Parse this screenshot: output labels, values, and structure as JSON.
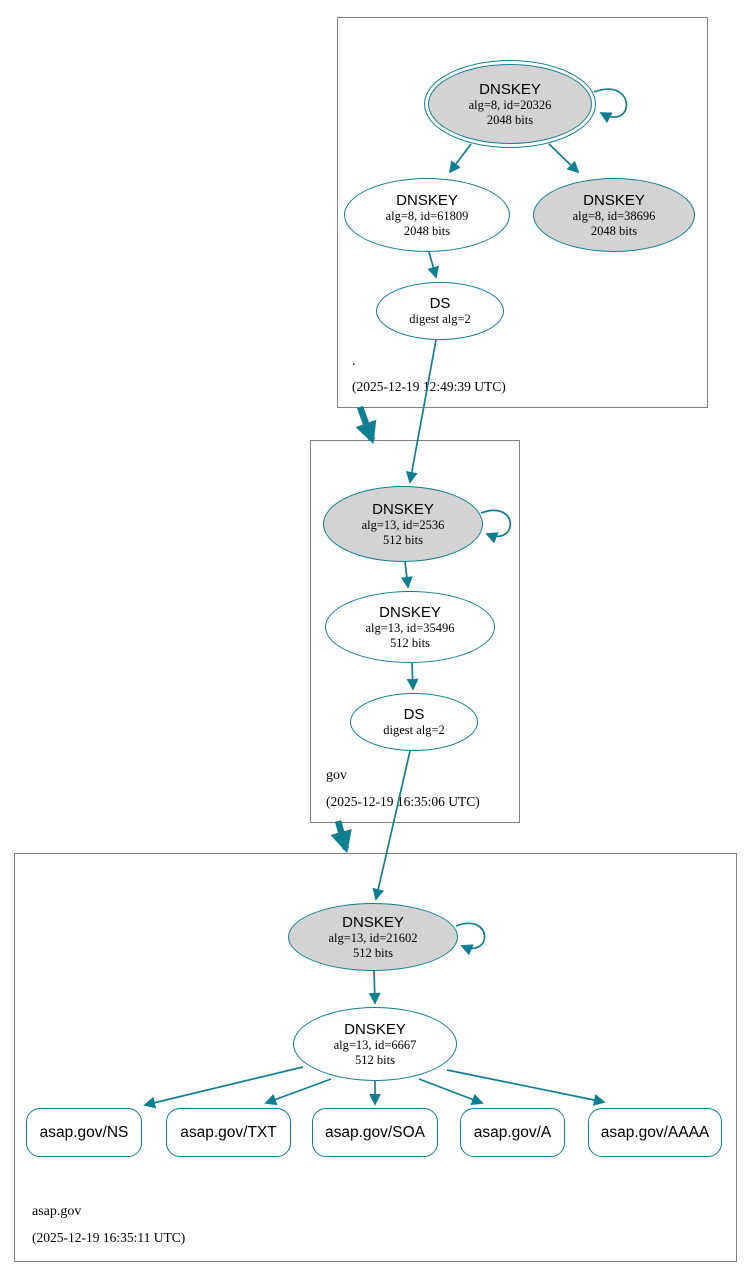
{
  "colors": {
    "edge": "#107e91",
    "ksk_fill": "#d3d3d3",
    "node_fill": "#ffffff",
    "box_border": "#7f7f7f",
    "text": "#000000"
  },
  "diagram_type": "DNSSEC authentication chain",
  "zones": [
    {
      "label": ".",
      "timestamp": "(2025-12-19 12:49:39 UTC)",
      "ksk": {
        "title": "DNSKEY",
        "detail1": "alg=8, id=20326",
        "detail2": "2048 bits"
      },
      "zsk": {
        "title": "DNSKEY",
        "detail1": "alg=8, id=61809",
        "detail2": "2048 bits"
      },
      "extra": {
        "title": "DNSKEY",
        "detail1": "alg=8, id=38696",
        "detail2": "2048 bits"
      },
      "ds": {
        "title": "DS",
        "detail1": "digest alg=2"
      }
    },
    {
      "label": "gov",
      "timestamp": "(2025-12-19 16:35:06 UTC)",
      "ksk": {
        "title": "DNSKEY",
        "detail1": "alg=13, id=2536",
        "detail2": "512 bits"
      },
      "zsk": {
        "title": "DNSKEY",
        "detail1": "alg=13, id=35496",
        "detail2": "512 bits"
      },
      "ds": {
        "title": "DS",
        "detail1": "digest alg=2"
      }
    },
    {
      "label": "asap.gov",
      "timestamp": "(2025-12-19 16:35:11 UTC)",
      "ksk": {
        "title": "DNSKEY",
        "detail1": "alg=13, id=21602",
        "detail2": "512 bits"
      },
      "zsk": {
        "title": "DNSKEY",
        "detail1": "alg=13, id=6667",
        "detail2": "512 bits"
      },
      "rrsets": [
        {
          "label": "asap.gov/NS"
        },
        {
          "label": "asap.gov/TXT"
        },
        {
          "label": "asap.gov/SOA"
        },
        {
          "label": "asap.gov/A"
        },
        {
          "label": "asap.gov/AAAA"
        }
      ]
    }
  ]
}
